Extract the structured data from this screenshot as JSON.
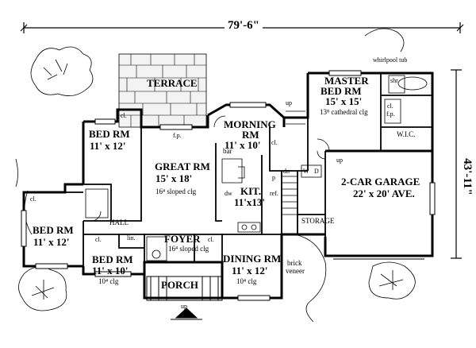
{
  "dimensions": {
    "width": "79'-6\"",
    "depth": "43'-11\""
  },
  "rooms": {
    "terrace": "TERRACE",
    "master_name": "MASTER",
    "master_name2": "BED RM",
    "master_size": "15' x 15'",
    "master_note": "13⁸ cathedral clg",
    "whirlpool": "whirlpool tub",
    "shr": "shr",
    "wic": "W.I.C.",
    "morning_name": "MORNING",
    "morning_name2": "RM",
    "morning_size": "11' x 10'",
    "bed_ul_name": "BED RM",
    "bed_ul_size": "11' x 12'",
    "great_name": "GREAT RM",
    "great_size": "15' x 18'",
    "great_note": "16⁴ sloped clg",
    "bar": "bar",
    "kit_name": "KIT.",
    "kit_size": "11'x13'",
    "garage_name": "2-CAR GARAGE",
    "garage_size": "22' x 20' AVE.",
    "storage": "STORAGE",
    "bed_left_name": "BED RM",
    "bed_left_size": "11' x 12'",
    "hall": "HALL",
    "foyer": "FOYER",
    "foyer_note": "16⁴ sloped clg",
    "bed_bot_name": "BED RM",
    "bed_bot_size": "11' x 10'",
    "bed_bot_note": "10⁴ clg",
    "dining_name": "DINING RM",
    "dining_size": "11' x 12'",
    "dining_note": "10⁴ clg",
    "porch": "PORCH",
    "brick": "brick",
    "veneer": "veneer",
    "up1": "up",
    "up2": "up",
    "up3": "up",
    "cl1": "cl.",
    "cl2": "cl.",
    "cl3": "cl.",
    "cl4": "cl.",
    "cl5": "cl.",
    "cl6": "cl.",
    "lin": "lin.",
    "fp": "f.p.",
    "fp2": "f.p.",
    "dw": "dw",
    "ref": "ref.",
    "p": "p",
    "dn": "dn",
    "w": "W",
    "d": "D"
  }
}
